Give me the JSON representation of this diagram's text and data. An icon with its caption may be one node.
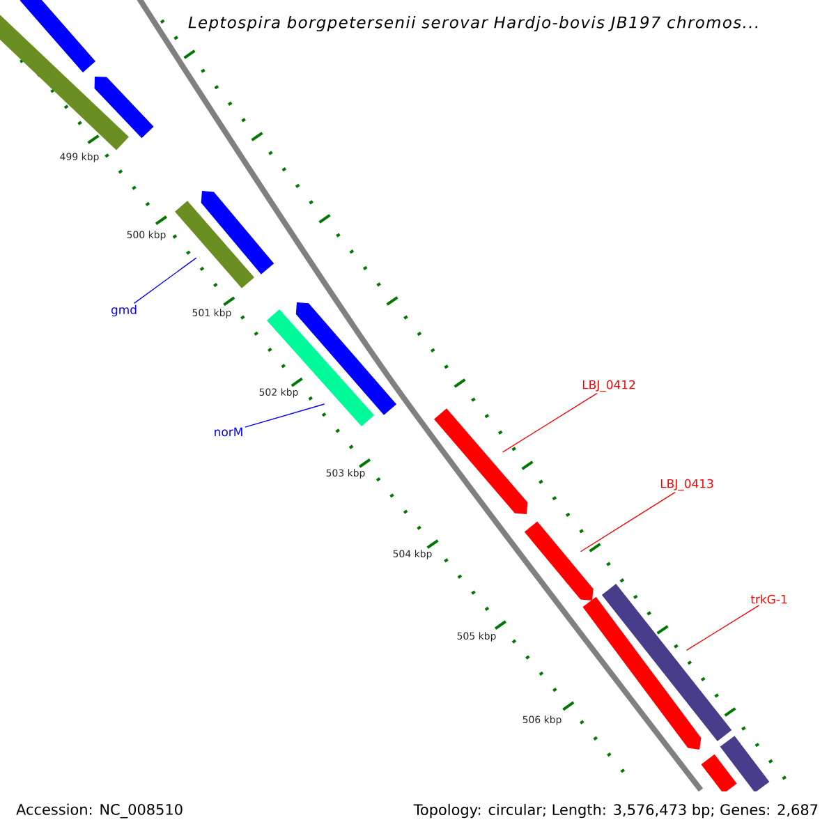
{
  "diagram": {
    "title": "Leptospira borgpetersenii serovar Hardjo-bovis JB197 chromos...",
    "nodes": [
      {
        "text": [
          "gmd"
        ]
      },
      {
        "text": [
          "norM"
        ]
      },
      {
        "text": [
          "LBJ_0412"
        ]
      },
      {
        "text": [
          "LBJ_0413"
        ]
      },
      {
        "text": [
          "trkG-1"
        ]
      },
      {
        "text": [],
        "shape": "bar"
      },
      {
        "text": [],
        "shape": "bar"
      },
      {
        "text": [],
        "shape": "bar"
      },
      {
        "text": [],
        "shape": "bar"
      },
      {
        "text": [],
        "shape": "bar"
      },
      {
        "text": [],
        "shape": "bar"
      },
      {
        "text": [],
        "shape": "bar"
      },
      {
        "text": [],
        "shape": "bar"
      },
      {
        "text": [],
        "shape": "bar"
      },
      {
        "text": [],
        "shape": "bar"
      },
      {
        "text": [],
        "shape": "bar"
      },
      {
        "text": [],
        "shape": "bar"
      },
      {
        "text": [],
        "shape": "bar"
      }
    ],
    "edges": [
      {
        "from": 0,
        "to": 8,
        "arrow": "none",
        "color": "#0000ff"
      },
      {
        "from": 1,
        "to": 11,
        "arrow": "none",
        "color": "#0000ff"
      },
      {
        "from": 2,
        "to": 12,
        "arrow": "none"
      },
      {
        "from": 3,
        "to": 13,
        "arrow": "none"
      },
      {
        "from": 4,
        "to": 14,
        "arrow": "none"
      }
    ],
    "labels": [
      "499 kbp",
      "500 kbp",
      "501 kbp",
      "502 kbp",
      "503 kbp",
      "504 kbp",
      "505 kbp",
      "506 kbp",
      "Accession: NC_008510",
      "Topology: circular; Length: 3,576,473 bp; Genes: 2,687"
    ]
  }
}
